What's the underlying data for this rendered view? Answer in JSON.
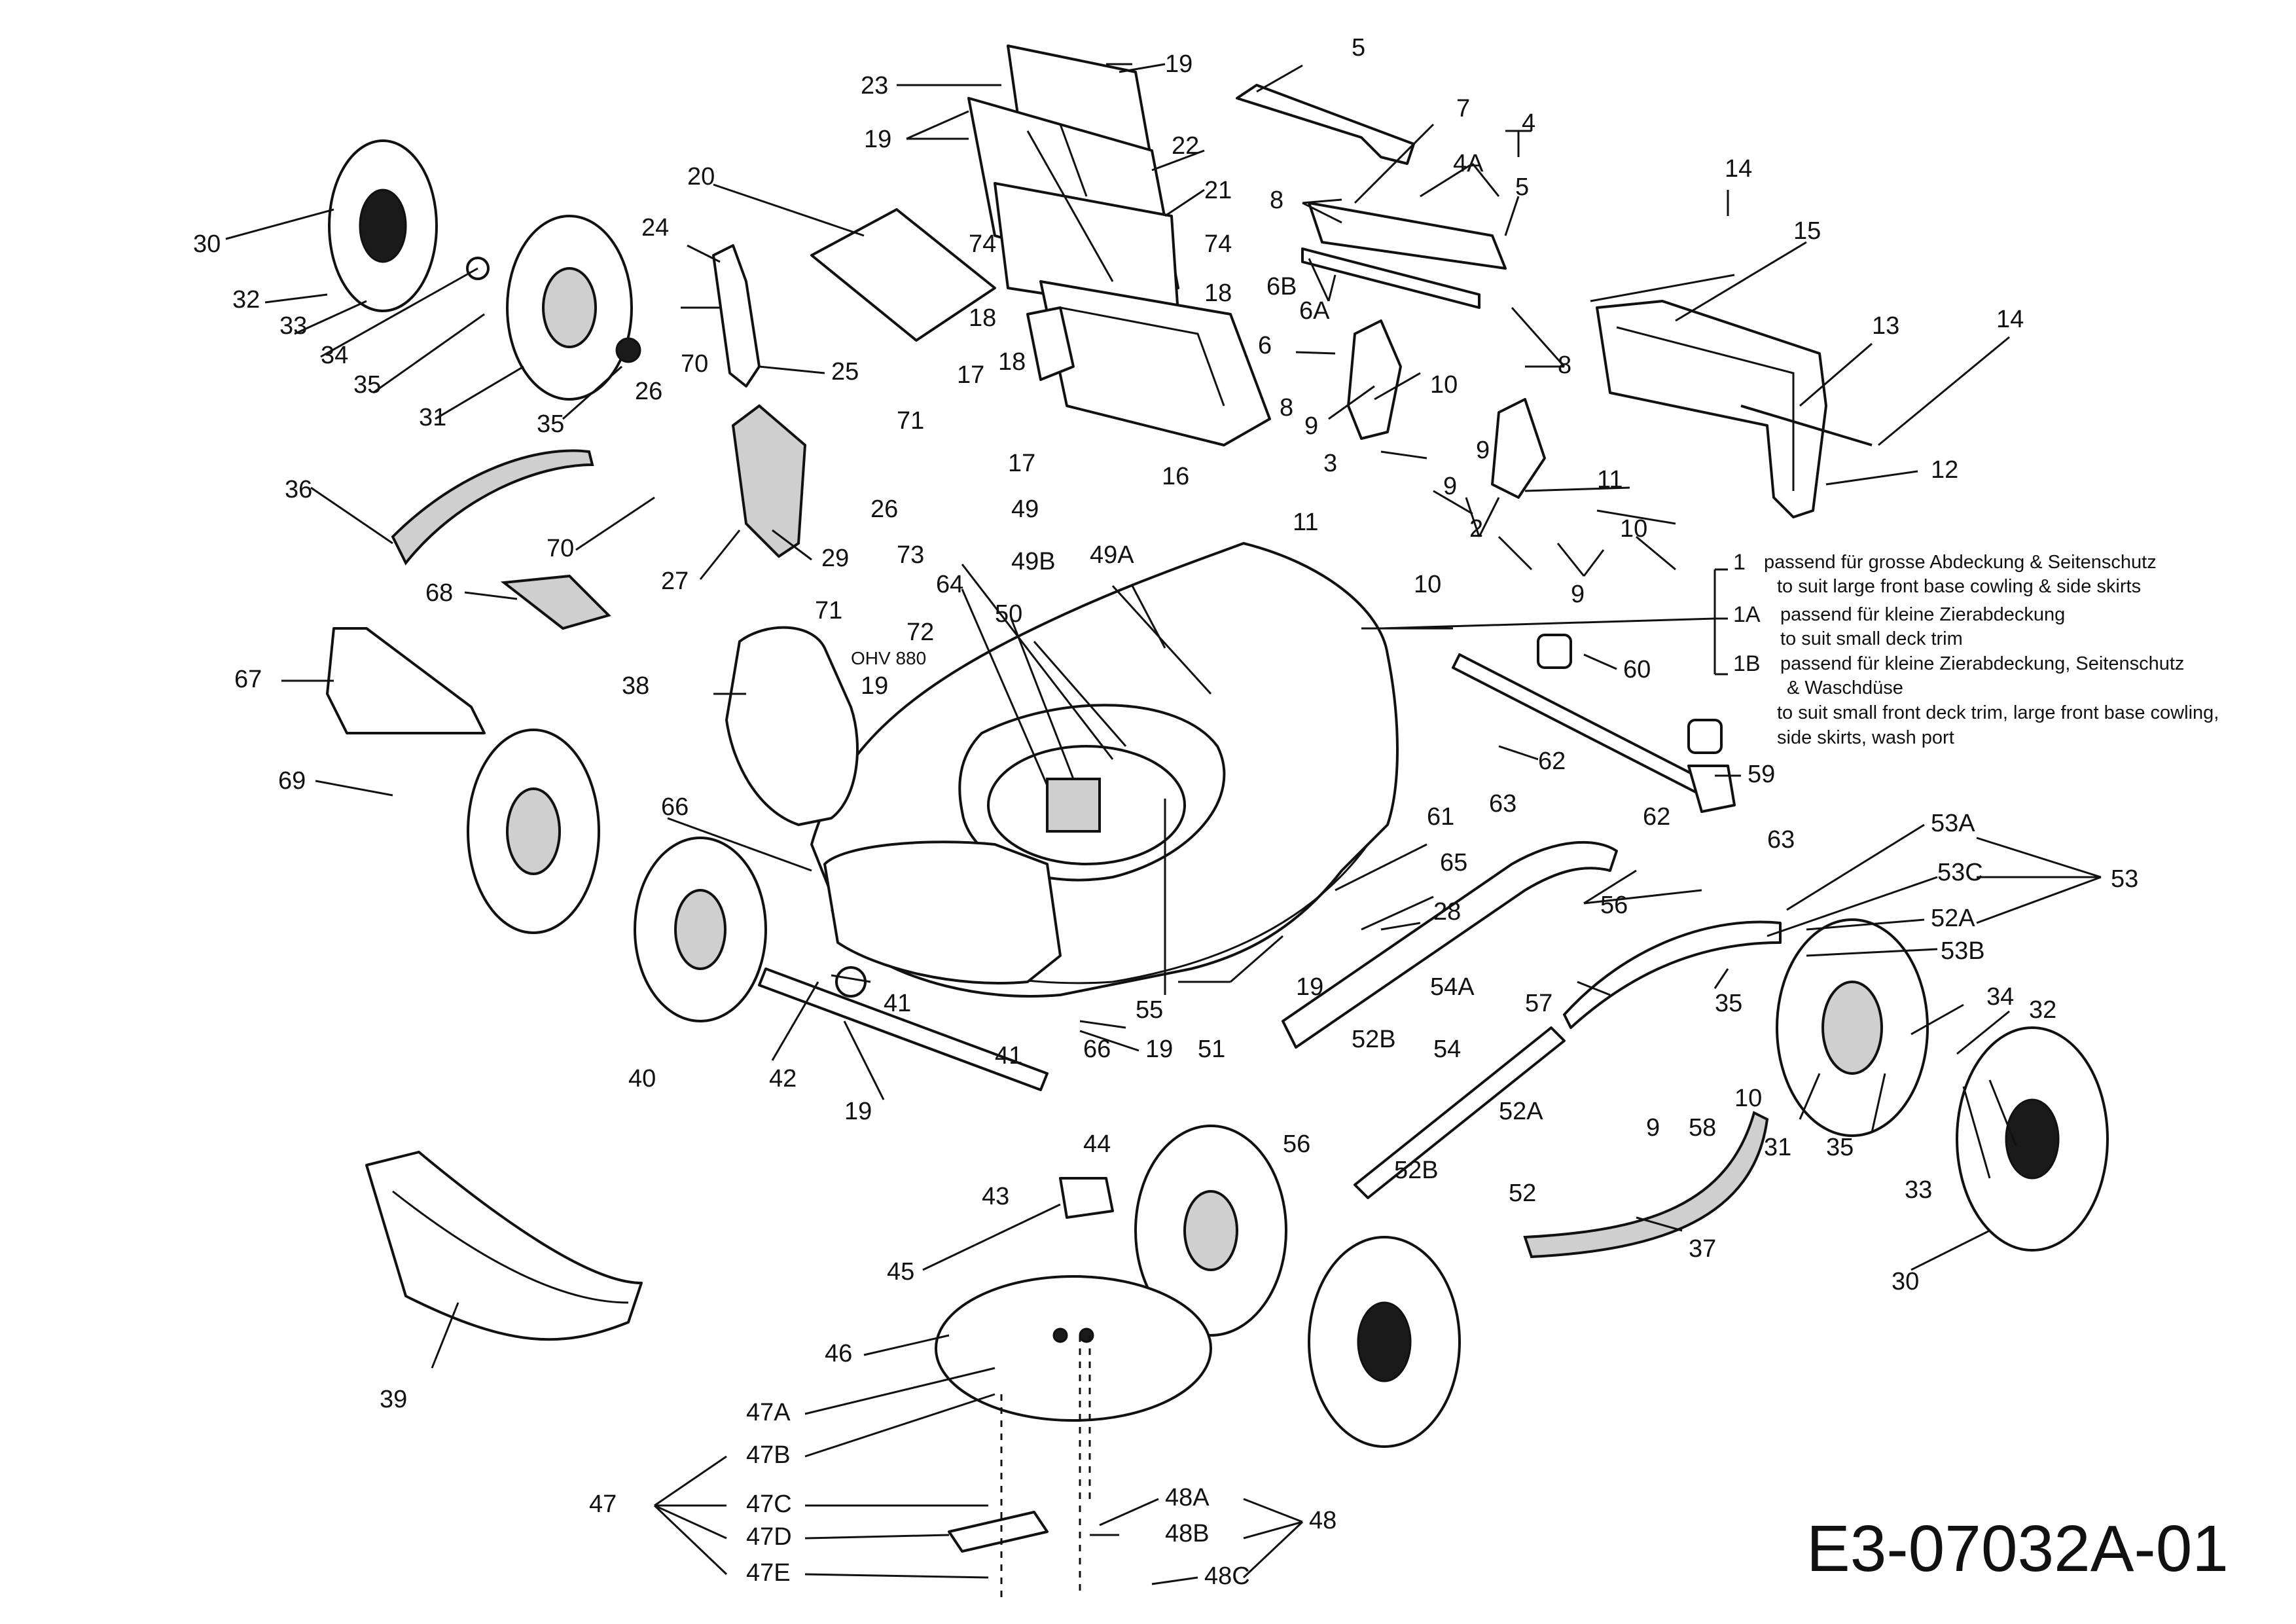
{
  "drawing_id": "E3-07032A-01",
  "engine_label": "OHV 880",
  "callout_numbers": {
    "c5": "5",
    "c7": "7",
    "c4": "4",
    "c4a": "4A",
    "c5b": "5",
    "c8a": "8",
    "c6b": "6B",
    "c6a": "6A",
    "c6": "6",
    "c8b": "8",
    "c8c": "8",
    "c10a": "10",
    "c9a": "9",
    "c9b": "9",
    "c3": "3",
    "c9c": "9",
    "c11a": "11",
    "c2": "2",
    "c11b": "11",
    "c10b": "10",
    "c10c": "10",
    "c9d": "9",
    "c14a": "14",
    "c15": "15",
    "c13": "13",
    "c14b": "14",
    "c12": "12",
    "c19a": "19",
    "c23": "23",
    "c19b": "19",
    "c22": "22",
    "c21": "21",
    "c74a": "74",
    "c74b": "74",
    "c18a": "18",
    "c18b": "18",
    "c17a": "17",
    "c18c": "18",
    "c17b": "17",
    "c16": "16",
    "c20": "20",
    "c24": "24",
    "c25": "25",
    "c70a": "70",
    "c26a": "26",
    "c71a": "71",
    "c26b": "26",
    "c36": "36",
    "c70b": "70",
    "c29": "29",
    "c27": "27",
    "c71b": "71",
    "c68": "68",
    "c67": "67",
    "c69": "69",
    "c30a": "30",
    "c32a": "32",
    "c33a": "33",
    "c34a": "34",
    "c35a": "35",
    "c31a": "31",
    "c35b": "35",
    "c49": "49",
    "c49b": "49B",
    "c49a": "49A",
    "c73": "73",
    "c64": "64",
    "c50": "50",
    "c72": "72",
    "c19c": "19",
    "c38": "38",
    "c60": "60",
    "c62a": "62",
    "c63a": "63",
    "c59": "59",
    "c66a": "66",
    "c61": "61",
    "c65": "65",
    "c28": "28",
    "c62b": "62",
    "c63b": "63",
    "c53a": "53A",
    "c53c": "53C",
    "c53": "53",
    "c56a": "56",
    "c52a1": "52A",
    "c53b": "53B",
    "c19d": "19",
    "c41a": "41",
    "c57": "57",
    "c54a": "54A",
    "c35c": "35",
    "c34b": "34",
    "c32b": "32",
    "c55": "55",
    "c40": "40",
    "c42": "42",
    "c51": "51",
    "c52b1": "52B",
    "c54": "54",
    "c41b": "41",
    "c66b": "66",
    "c19e": "19",
    "c9e": "9",
    "c58": "58",
    "c10d": "10",
    "c19f": "19",
    "c44": "44",
    "c56b": "56",
    "c52a2": "52A",
    "c31b": "31",
    "c35d": "35",
    "c33b": "33",
    "c43": "43",
    "c52b2": "52B",
    "c52": "52",
    "c37": "37",
    "c30b": "30",
    "c45": "45",
    "c39": "39",
    "c46": "46",
    "c47a": "47A",
    "c47b": "47B",
    "c47": "47",
    "c47c": "47C",
    "c47d": "47D",
    "c47e": "47E",
    "c48a": "48A",
    "c48": "48",
    "c48b": "48B",
    "c48c": "48C"
  },
  "variant_notes": [
    {
      "key": "1",
      "lines": [
        "passend für grosse Abdeckung & Seitenschutz",
        "to suit large front base cowling & side skirts"
      ]
    },
    {
      "key": "1A",
      "lines": [
        "passend für kleine Zierabdeckung",
        "to suit small deck trim"
      ]
    },
    {
      "key": "1B",
      "lines": [
        "passend für kleine Zierabdeckung, Seitenschutz",
        "& Waschdüse",
        "to suit small front deck trim, large front base cowling,",
        "side skirts, wash port"
      ]
    }
  ],
  "colors": {
    "ink": "#111111",
    "paper": "#ffffff",
    "shade": "#cfcfcf"
  }
}
